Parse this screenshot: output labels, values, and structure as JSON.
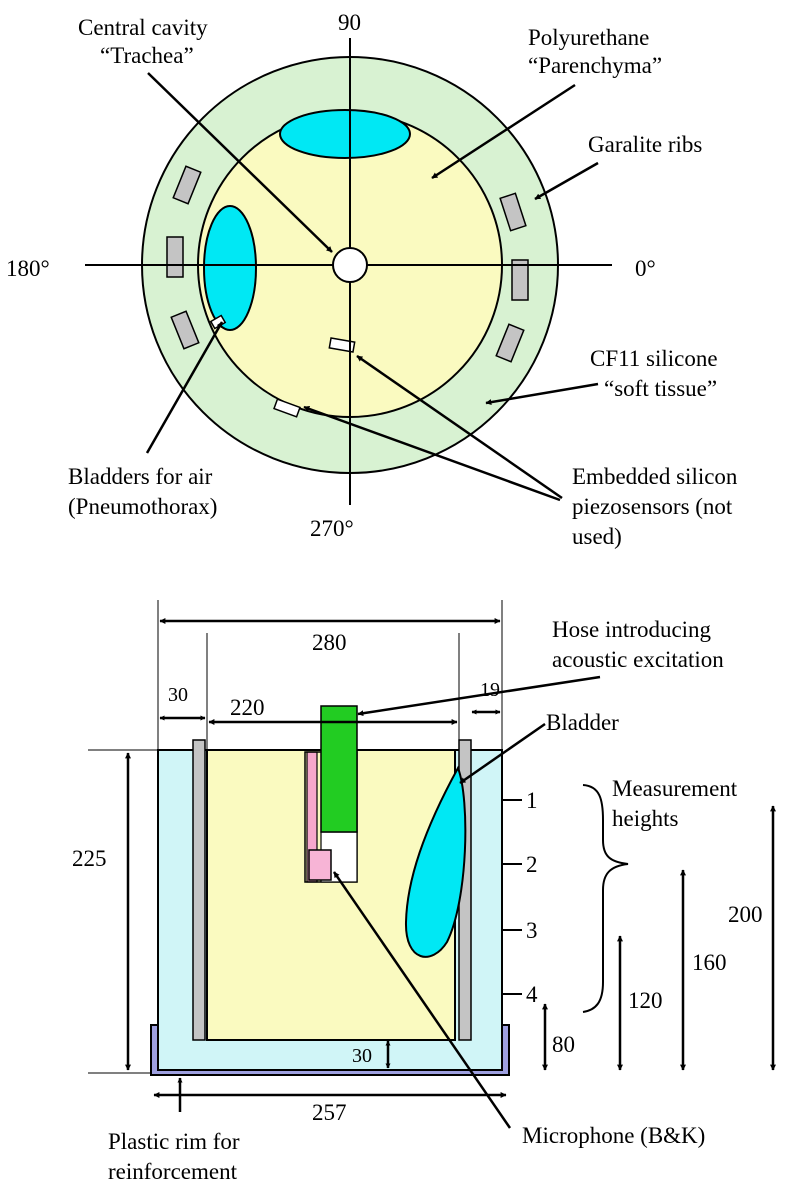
{
  "colors": {
    "soft_tissue": "#d8f2d2",
    "parenchyma": "#fafac0",
    "bladder": "#00e8f4",
    "rib": "#c4c4c4",
    "container": "#d0f5f7",
    "hose": "#22cc22",
    "microphone": "#f7b4d6",
    "tube_wall": "#f6a8cc",
    "rim": "#9ea0e0"
  },
  "top_view": {
    "angle_90": "90",
    "angle_0": "0°",
    "angle_180": "180°",
    "angle_270": "270°",
    "central_cavity": [
      "Central cavity",
      "“Trachea”"
    ],
    "polyurethane": [
      "Polyurethane",
      "“Parenchyma”"
    ],
    "garalite_ribs": "Garalite ribs",
    "cf11_silicone": [
      "CF11 silicone",
      "“soft tissue”"
    ],
    "bladders_for_air": [
      "Bladders for air",
      "(Pneumothorax)"
    ],
    "piezosensors": [
      "Embedded silicon",
      "piezosensors (not",
      "used)"
    ]
  },
  "side_view": {
    "dim_280": "280",
    "dim_30_left": "30",
    "dim_220": "220",
    "dim_19": "19",
    "dim_225": "225",
    "dim_30_bottom": "30",
    "dim_257": "257",
    "hose_label": [
      "Hose introducing",
      "acoustic excitation"
    ],
    "bladder_label": "Bladder",
    "measurement_label": [
      "Measurement",
      "heights"
    ],
    "height_marks": [
      "1",
      "2",
      "3",
      "4"
    ],
    "height_values": [
      "80",
      "120",
      "160",
      "200"
    ],
    "microphone_label": "Microphone (B&K)",
    "plastic_rim_label": [
      "Plastic rim for",
      "reinforcement"
    ]
  }
}
